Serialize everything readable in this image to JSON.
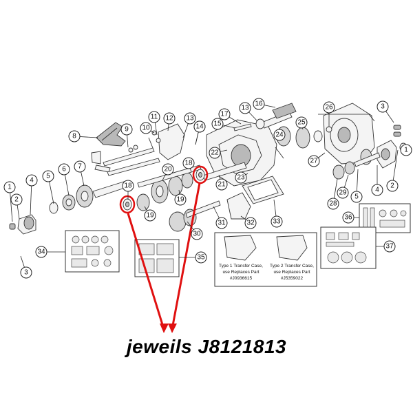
{
  "diagram": {
    "callouts": [
      "1",
      "2",
      "3",
      "4",
      "5",
      "6",
      "7",
      "8",
      "9",
      "10",
      "11",
      "12",
      "13",
      "14",
      "15",
      "16",
      "17",
      "18",
      "19",
      "20",
      "21",
      "22",
      "23",
      "24",
      "25",
      "26",
      "27",
      "28",
      "29",
      "30",
      "31",
      "32",
      "33",
      "34",
      "35",
      "36",
      "37"
    ],
    "type1_note": {
      "line1": "Type 1 Transfer Case,",
      "line2": "use Replaces Part",
      "line3": "#J0936615"
    },
    "type2_note": {
      "line1": "Type 2 Transfer Case,",
      "line2": "use Replaces Part",
      "line3": "#J5359022"
    }
  },
  "caption": "jeweils J8121813",
  "highlight_color": "#e01010"
}
